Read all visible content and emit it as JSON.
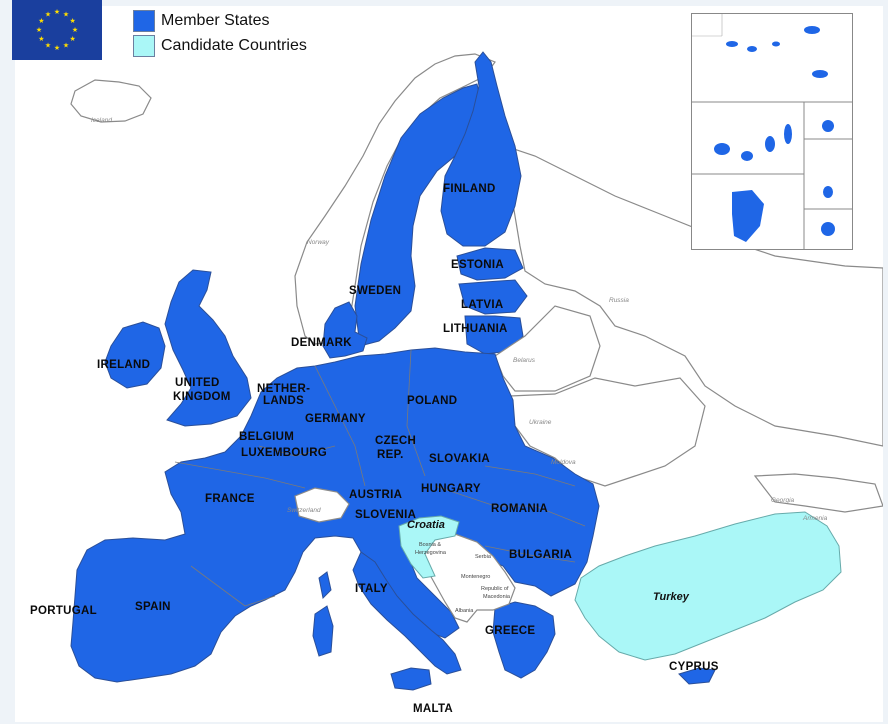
{
  "legend": {
    "member_label": "Member States",
    "candidate_label": "Candidate Countries",
    "member_color": "#1f66e6",
    "candidate_color": "#aaf7f7",
    "flag_icon": "eu-flag-icon"
  },
  "colors": {
    "member": "#1f66e6",
    "candidate": "#aaf7f7",
    "other": "#ffffff",
    "sea": "#dde2ea"
  },
  "member_states": {
    "finland": "FINLAND",
    "sweden": "SWEDEN",
    "estonia": "ESTONIA",
    "latvia": "LATVIA",
    "lithuania": "LITHUANIA",
    "denmark": "DENMARK",
    "ireland": "IRELAND",
    "uk_1": "UNITED",
    "uk_2": "KINGDOM",
    "nl_1": "NETHER-",
    "nl_2": "LANDS",
    "germany": "GERMANY",
    "poland": "POLAND",
    "belgium": "BELGIUM",
    "luxembourg": "LUXEMBOURG",
    "czech_1": "CZECH",
    "czech_2": "REP.",
    "slovakia": "SLOVAKIA",
    "france": "FRANCE",
    "austria": "AUSTRIA",
    "hungary": "HUNGARY",
    "romania": "ROMANIA",
    "slovenia": "SLOVENIA",
    "bulgaria": "BULGARIA",
    "italy": "ITALY",
    "portugal": "PORTUGAL",
    "spain": "SPAIN",
    "greece": "GREECE",
    "cyprus": "CYPRUS",
    "malta": "MALTA"
  },
  "candidate_countries": {
    "croatia": "Croatia",
    "turkey": "Turkey"
  },
  "other_countries": {
    "iceland": "Iceland",
    "norway": "Norway",
    "russia": "Russia",
    "belarus": "Belarus",
    "ukraine": "Ukraine",
    "moldova": "Moldova",
    "georgia": "Georgia",
    "armenia": "Armenia",
    "switzerland": "Switzerland",
    "bosnia_1": "Bosnia &",
    "bosnia_2": "Herzegovina",
    "serbia": "Serbia",
    "montenegro": "Montenegro",
    "macedonia_1": "Republic of",
    "macedonia_2": "Macedonia",
    "albania": "Albania"
  }
}
